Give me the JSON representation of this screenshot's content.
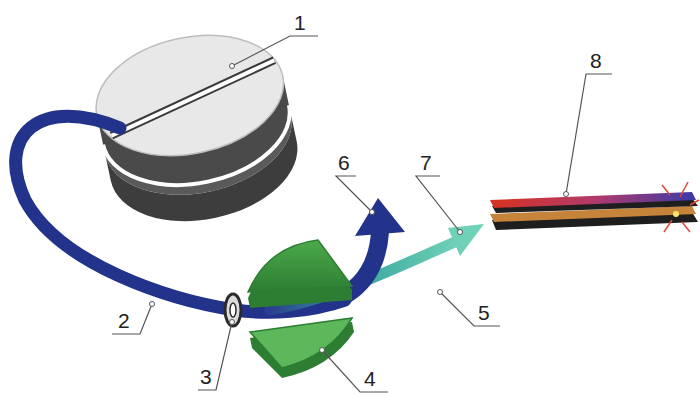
{
  "diagram": {
    "labels": [
      "1",
      "6",
      "7",
      "8",
      "2",
      "5",
      "3",
      "4"
    ]
  }
}
